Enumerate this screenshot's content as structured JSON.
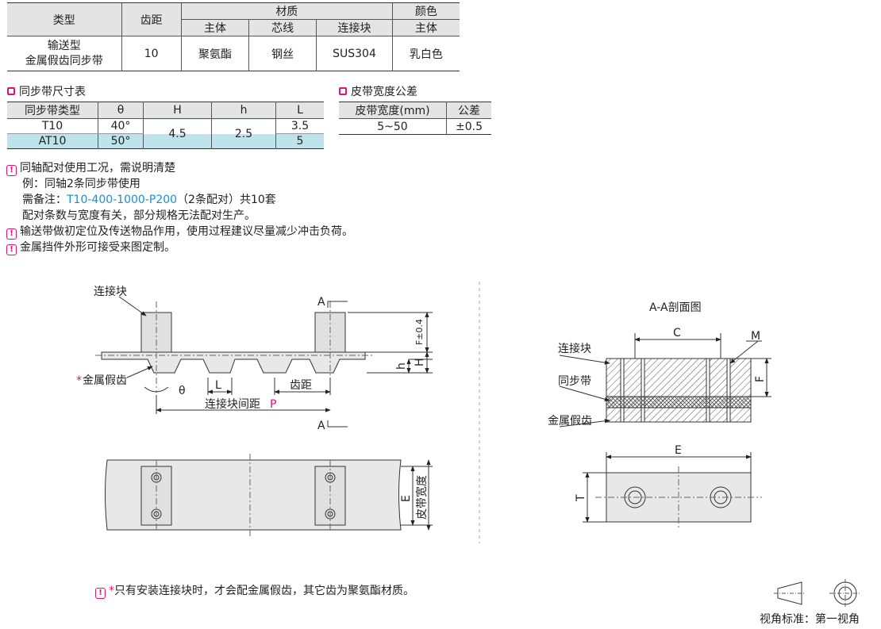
{
  "spec_table": {
    "h_type": "类型",
    "h_pitch": "齿距",
    "h_material": "材质",
    "h_color": "颜色",
    "h_body": "主体",
    "h_core": "芯线",
    "h_connector": "连接块",
    "h_color_body": "主体",
    "type_line1": "输送型",
    "type_line2": "金属假齿同步带",
    "pitch": "10",
    "body": "聚氨酯",
    "core": "钢丝",
    "connector": "SUS304",
    "color": "乳白色"
  },
  "size_section": {
    "title": "同步带尺寸表",
    "headers": [
      "同步带类型",
      "θ",
      "H",
      "h",
      "L"
    ],
    "rows": [
      {
        "type": "T10",
        "theta": "40°",
        "L": "3.5"
      },
      {
        "type": "AT10",
        "theta": "50°",
        "L": "5"
      }
    ],
    "H": "4.5",
    "h": "2.5"
  },
  "tol_section": {
    "title": "皮带宽度公差",
    "headers": [
      "皮带宽度(mm)",
      "公差"
    ],
    "row": [
      "5~50",
      "±0.5"
    ]
  },
  "notes": {
    "n1": "同轴配对使用工况，需说明清楚",
    "n1_a": "例：同轴2条同步带使用",
    "n1_b_prefix": "需备注：",
    "n1_b_code": "T10-400-1000-P200",
    "n1_b_suffix": "（2条配对）共10套",
    "n1_c": "配对条数与宽度有关，部分规格无法配对生产。",
    "n2": "输送带做初定位及传送物品作用，使用过程建议尽量减少冲击负荷。",
    "n3": "金属挡件外形可接受来图定制。",
    "bottom_star": "*",
    "bottom": "只有安装连接块时，才会配金属假齿，其它齿为聚氨酯材质。"
  },
  "drawing": {
    "connector": "连接块",
    "false_tooth_star": "*",
    "false_tooth": "金属假齿",
    "theta": "θ",
    "L": "L",
    "pitch": "齿距",
    "spacing": "连接块间距",
    "spacing_p": "P",
    "A": "A",
    "F04": "F±0.4",
    "H": "H",
    "h": "h",
    "E": "E",
    "belt_width": "皮带宽度",
    "section_title": "A-A剖面图",
    "C": "C",
    "M": "M",
    "F": "F",
    "T": "T",
    "sec_connector": "连接块",
    "sec_belt": "同步带",
    "sec_tooth": "金属假齿"
  },
  "view_standard": "视角标准：第一视角",
  "colors": {
    "accent": "#e2126e",
    "link": "#1d8fd0",
    "highlight": "#bfe3ea",
    "header": "#e4e4e4"
  }
}
